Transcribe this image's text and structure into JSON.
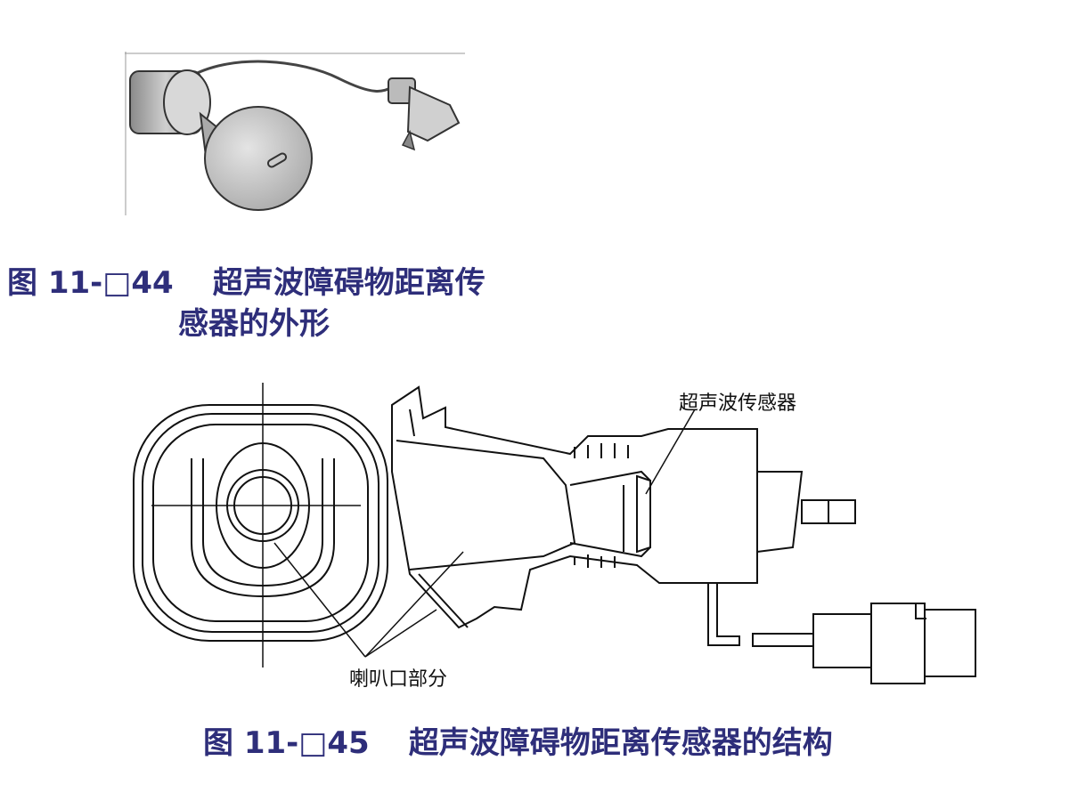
{
  "figure1": {
    "label": "图 11-□44",
    "title_line1": "超声波障碍物距离传",
    "title_line2": "感器的外形"
  },
  "figure2": {
    "label": "图 11-□45",
    "title": "超声波障碍物距离传感器的结构",
    "callouts": {
      "sensor": "超声波传感器",
      "horn": "喇叭口部分"
    }
  },
  "colors": {
    "caption": "#2e2e7a",
    "line": "#111111"
  }
}
